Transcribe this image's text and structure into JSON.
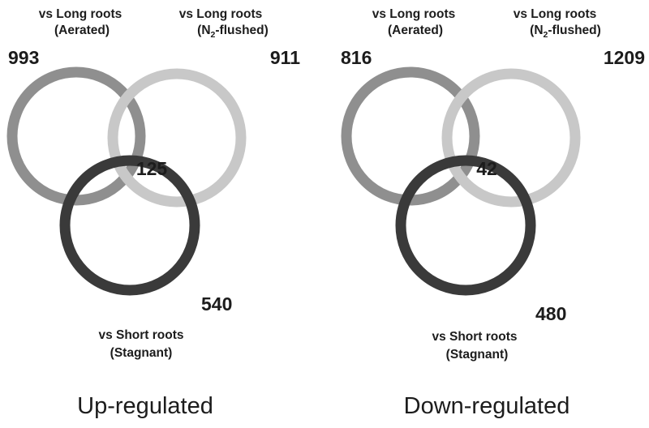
{
  "panels": [
    {
      "caption": "Up-regulated",
      "labels": {
        "set_a_line1": "vs Long roots",
        "set_a_line2": "(Aerated)",
        "set_b_line1": "vs Long roots",
        "set_b_line2_prefix": "(N",
        "set_b_line2_sub": "2",
        "set_b_line2_suffix": "-flushed)",
        "set_c_line1": "vs Short roots",
        "set_c_line2": "(Stagnant)"
      },
      "counts": {
        "only_a": "993",
        "only_b": "911",
        "only_c": "540",
        "all_three": "125"
      }
    },
    {
      "caption": "Down-regulated",
      "labels": {
        "set_a_line1": "vs Long roots",
        "set_a_line2": "(Aerated)",
        "set_b_line1": "vs Long roots",
        "set_b_line2_prefix": "(N",
        "set_b_line2_sub": "2",
        "set_b_line2_suffix": "-flushed)",
        "set_c_line1": "vs Short roots",
        "set_c_line2": "(Stagnant)"
      },
      "counts": {
        "only_a": "816",
        "only_b": "1209",
        "only_c": "480",
        "all_three": "42"
      }
    }
  ],
  "colors": {
    "set_a_ring": "#8f8f8f",
    "set_b_ring": "#c8c8c8",
    "set_c_ring": "#3a3a3a",
    "text": "#1c1c1c",
    "background": "#ffffff"
  }
}
